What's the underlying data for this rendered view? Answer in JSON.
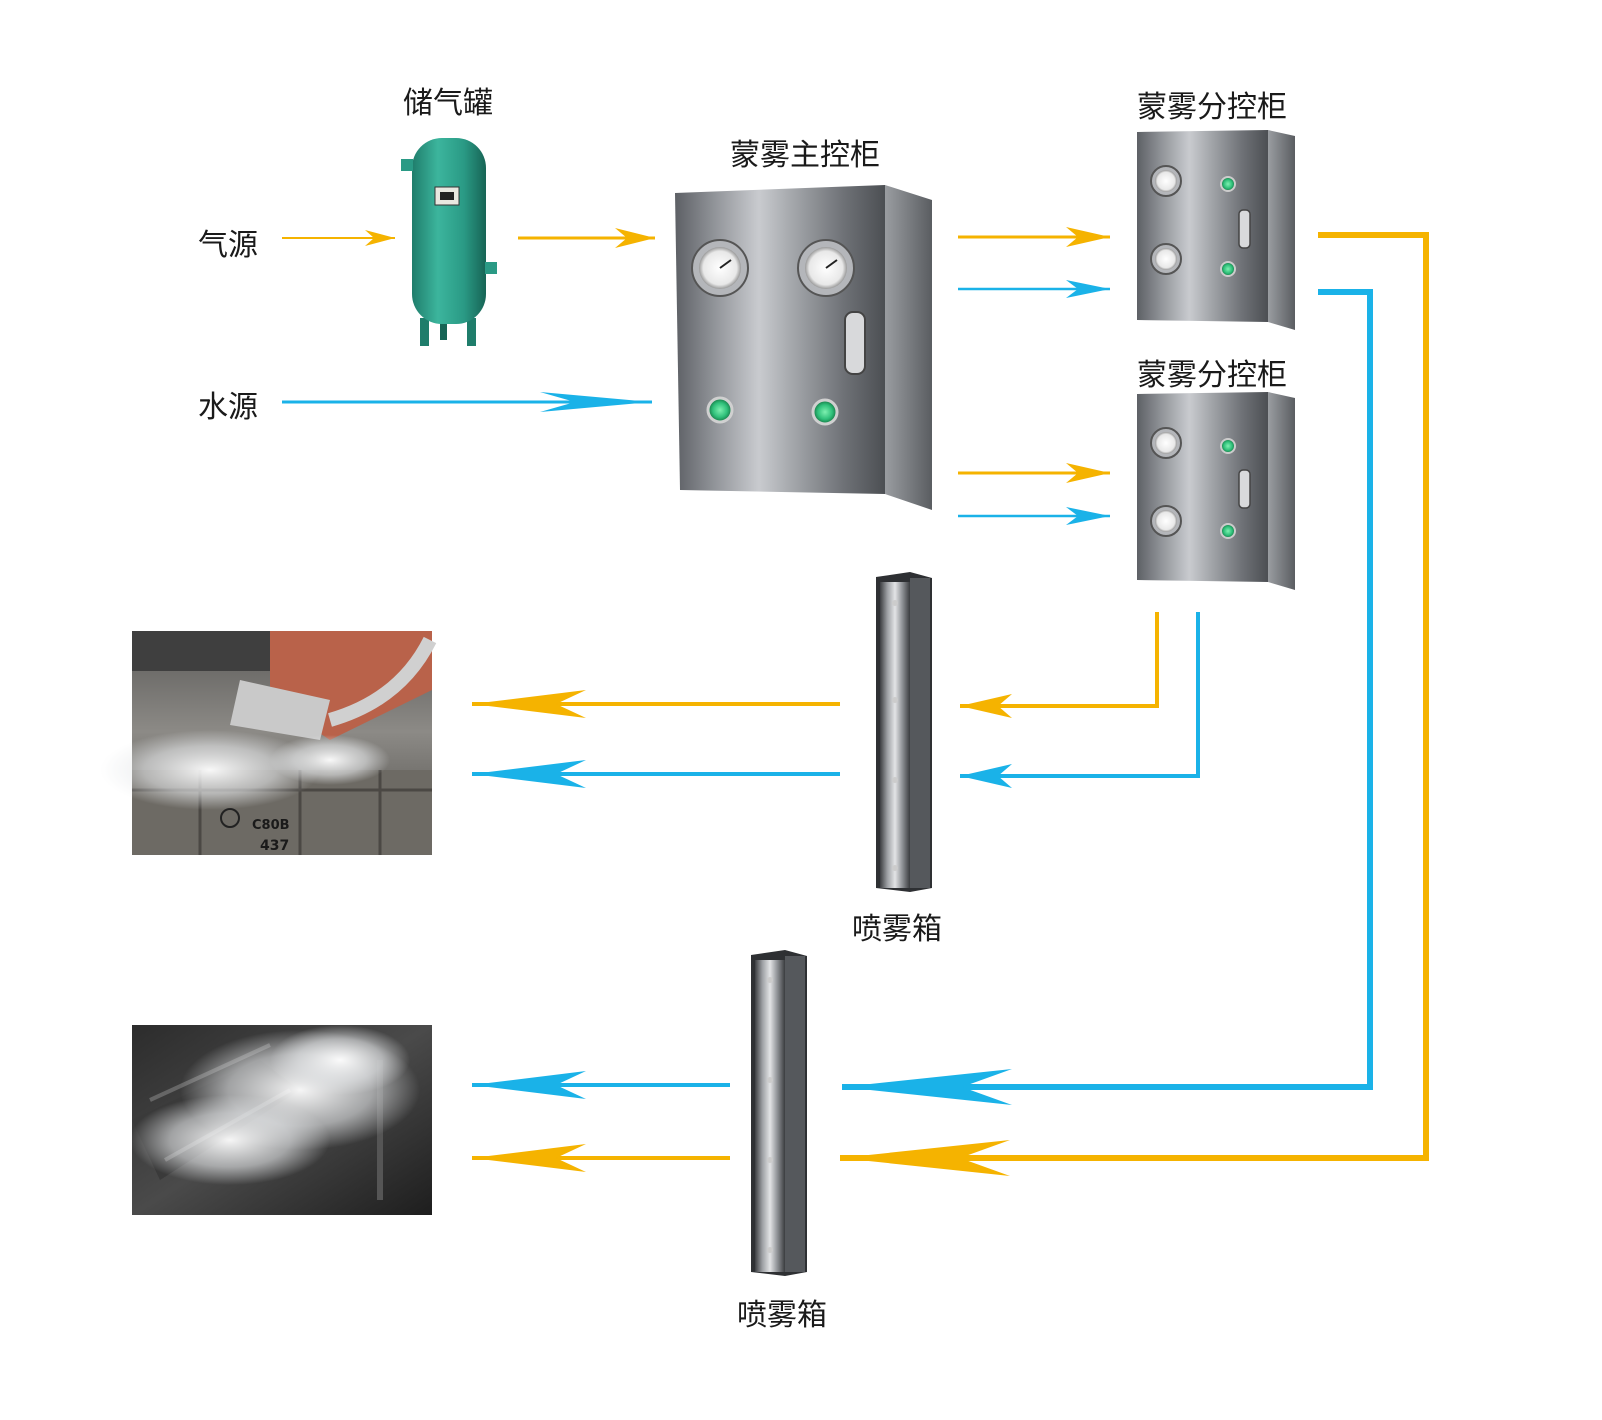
{
  "labels": {
    "tank": "储气罐",
    "air_source": "气源",
    "water_source": "水源",
    "main_cabinet": "蒙雾主控柜",
    "sub_cabinet_1": "蒙雾分控柜",
    "sub_cabinet_2": "蒙雾分控柜",
    "spray_box_1": "喷雾箱",
    "spray_box_2": "喷雾箱"
  },
  "photo_texts": {
    "wagon_code_top": "C80B",
    "wagon_code_bottom": "437"
  },
  "colors": {
    "air_line": "#f5b300",
    "water_line": "#1ab2e8",
    "tank": "#2a9a85",
    "cabinet": "#8a8c90",
    "indicator": "#2fc07a"
  }
}
